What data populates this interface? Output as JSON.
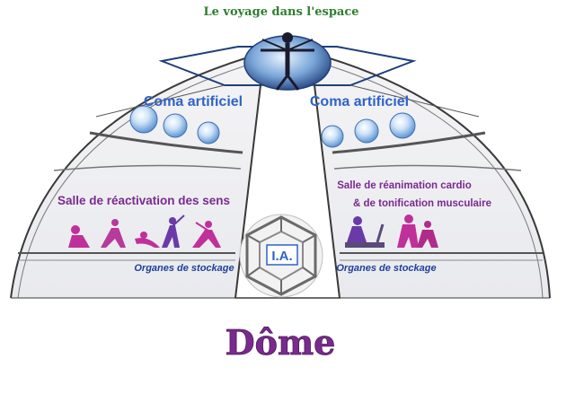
{
  "header": {
    "title": "Le voyage dans l'espace"
  },
  "left_upper": {
    "label": "Coma artificiel"
  },
  "right_upper": {
    "label": "Coma artificiel"
  },
  "left_lower": {
    "label": "Salle de réactivation des sens"
  },
  "right_lower": {
    "label_line1": "Salle de réanimation cardio",
    "label_line2": "& de tonification musculaire"
  },
  "center": {
    "label": "I.A."
  },
  "storage": {
    "left_label": "Organes de stockage",
    "right_label": "Organes de stockage"
  },
  "footer": {
    "title": "Dôme"
  },
  "colors": {
    "title_green": "#2f7d2f",
    "coma_blue": "#2f63c8",
    "dome_title": "#7a2a8e",
    "outline": "#3a3a3a",
    "storage_text": "#1f3f9a",
    "figure_magenta": "#c0309a",
    "figure_purple": "#6a3aa8"
  }
}
